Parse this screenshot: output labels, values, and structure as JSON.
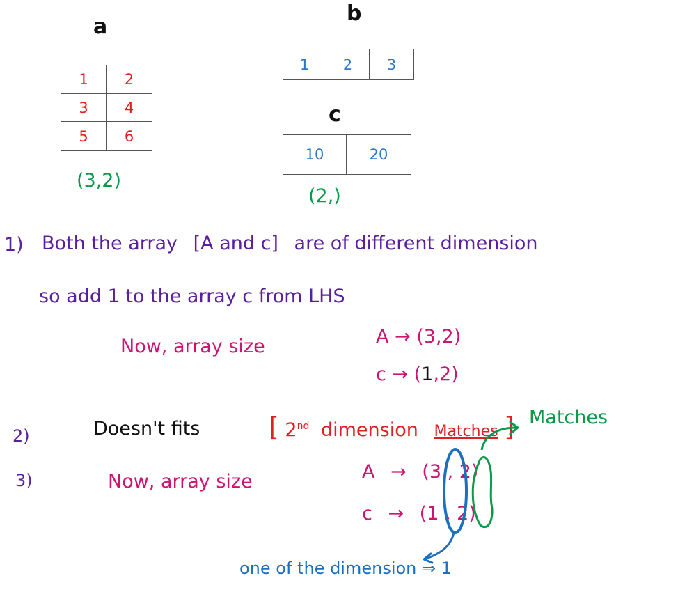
{
  "labels": {
    "a": "a",
    "b": "b",
    "c": "c"
  },
  "arrays": {
    "a": {
      "cells": [
        [
          "1",
          "2"
        ],
        [
          "3",
          "4"
        ],
        [
          "5",
          "6"
        ]
      ],
      "shape": "(3,2)"
    },
    "b": {
      "cells": [
        "1",
        "2",
        "3"
      ]
    },
    "c": {
      "cells": [
        "10",
        "20"
      ],
      "shape": "(2,)"
    }
  },
  "steps": {
    "step1": {
      "number": "1)",
      "line1_prefix": "Both the array",
      "line1_bracket": "[A and c]",
      "line1_suffix": "are of different dimension",
      "line2": "so add 1 to the array c from LHS",
      "now_label": "Now, array size",
      "a_shape": "A → (3,2)",
      "c_shape_prefix": "c → (",
      "c_shape_one": "1",
      "c_shape_suffix": ",2)"
    },
    "step2": {
      "number": "2)",
      "text": "Doesn't fits",
      "bracket_open": "[",
      "nd_base": "2",
      "nd_sup": "nd",
      "dimension_text": "dimension",
      "matches_text": "Matches",
      "bracket_close": "]",
      "matches_callout": "Matches"
    },
    "step3": {
      "number": "3)",
      "now_label": "Now, array size",
      "a_label": "A",
      "a_arrow": "→",
      "a_shape": "(3 , 2)",
      "c_label": "c",
      "c_arrow": "→",
      "c_shape": "(1 , 2)",
      "footnote": "one of the dimension ⇒ 1"
    }
  },
  "colors": {
    "red": "#e02020",
    "blue": "#2a78c8",
    "green": "#0a9a49",
    "purple": "#5a1f9d",
    "magenta": "#cc1473",
    "black": "#111111",
    "ink_blue": "#1d6fbf"
  }
}
